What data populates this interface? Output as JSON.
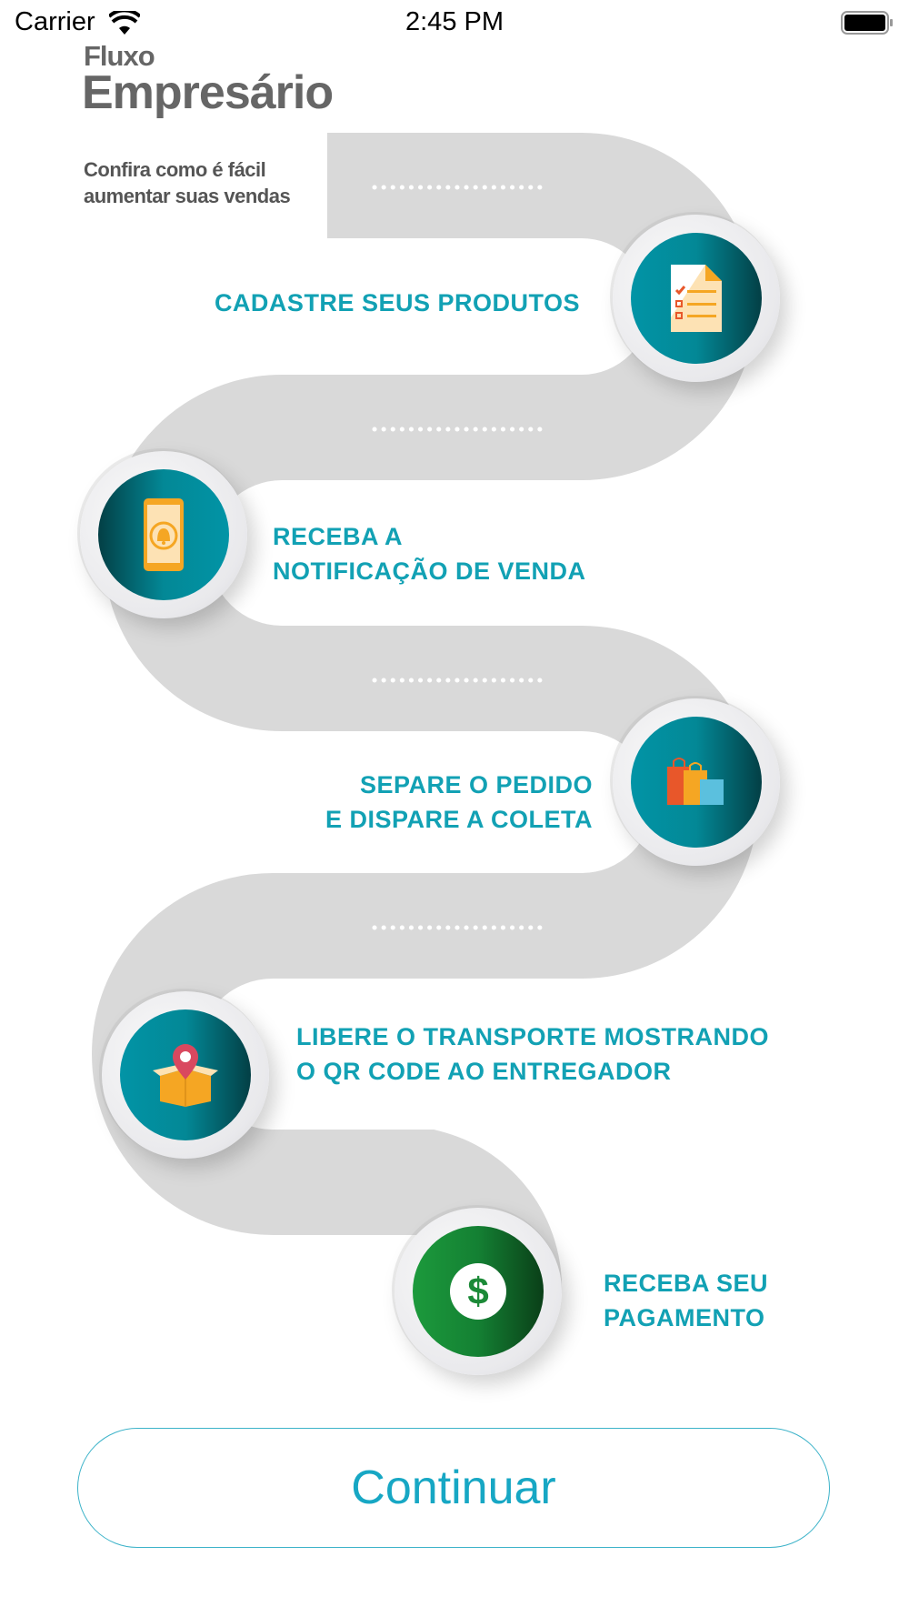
{
  "status_bar": {
    "carrier": "Carrier",
    "time": "2:45 PM"
  },
  "header": {
    "title_line1": "Fluxo",
    "title_line2": "Empresário",
    "subtitle_line1": "Confira como é fácil",
    "subtitle_line2": "aumentar suas vendas"
  },
  "steps": [
    {
      "line1": "CADASTRE SEUS PRODUTOS",
      "icon": "checklist-document-icon"
    },
    {
      "line1": "RECEBA A",
      "line2": "NOTIFICAÇÃO DE VENDA",
      "icon": "phone-notification-bell-icon"
    },
    {
      "line1": "SEPARE O PEDIDO",
      "line2": "E DISPARE A COLETA",
      "icon": "shopping-bags-icon"
    },
    {
      "line1": "LIBERE O TRANSPORTE MOSTRANDO",
      "line2": "O QR CODE AO ENTREGADOR",
      "icon": "box-location-pin-icon"
    },
    {
      "line1": "RECEBA SEU",
      "line2": "PAGAMENTO",
      "icon": "dollar-icon"
    }
  ],
  "continue_button": {
    "label": "Continuar"
  },
  "colors": {
    "accent": "#12a1b4",
    "road": "#d9d9d9",
    "teal": "#0294a6",
    "green": "#1c9a3c"
  }
}
